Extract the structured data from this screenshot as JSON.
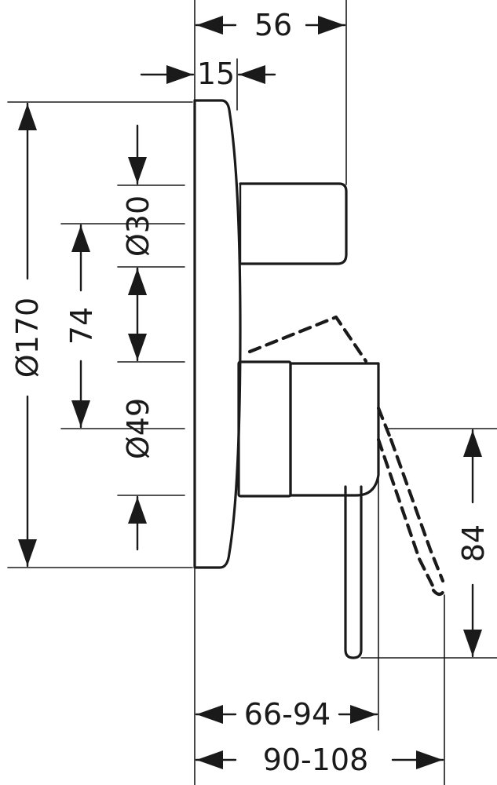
{
  "colors": {
    "ink": "#1a1a1a",
    "background": "#ffffff"
  },
  "dimensions": {
    "depth_total": "56",
    "plate_depth": "15",
    "plate_diameter": "Ø170",
    "knob_diameter": "Ø30",
    "center_distance": "74",
    "body_diameter": "Ø49",
    "lever_height": "84",
    "lever_reach": "66-94",
    "total_reach": "90-108"
  }
}
